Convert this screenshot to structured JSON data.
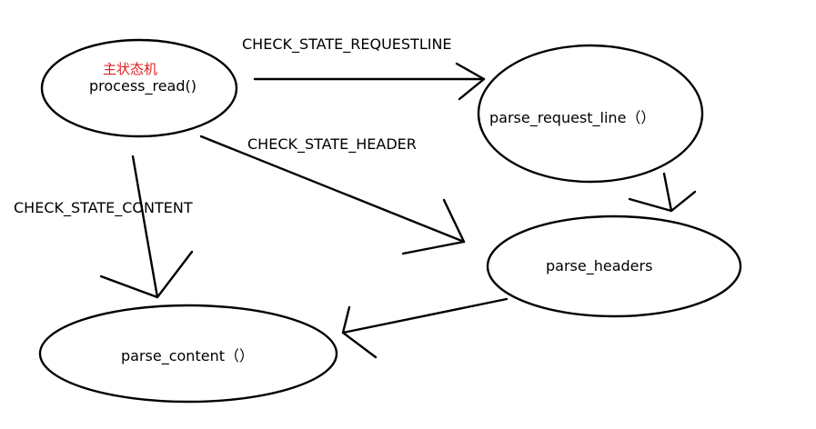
{
  "nodes": {
    "process_read": {
      "name": "process_read()",
      "annotation": "主状态机"
    },
    "parse_request_line": {
      "name": "parse_request_line（）"
    },
    "parse_headers": {
      "name": "parse_headers"
    },
    "parse_content": {
      "name": "parse_content（）"
    }
  },
  "edges": [
    {
      "from": "process_read",
      "to": "parse_request_line",
      "label": "CHECK_STATE_REQUESTLINE"
    },
    {
      "from": "process_read",
      "to": "parse_headers",
      "label": "CHECK_STATE_HEADER"
    },
    {
      "from": "process_read",
      "to": "parse_content",
      "label": "CHECK_STATE_CONTENT"
    },
    {
      "from": "parse_request_line",
      "to": "parse_headers",
      "label": ""
    },
    {
      "from": "parse_headers",
      "to": "parse_content",
      "label": ""
    }
  ],
  "colors": {
    "stroke": "#000000",
    "annotation": "#e02020",
    "background": "#ffffff"
  }
}
